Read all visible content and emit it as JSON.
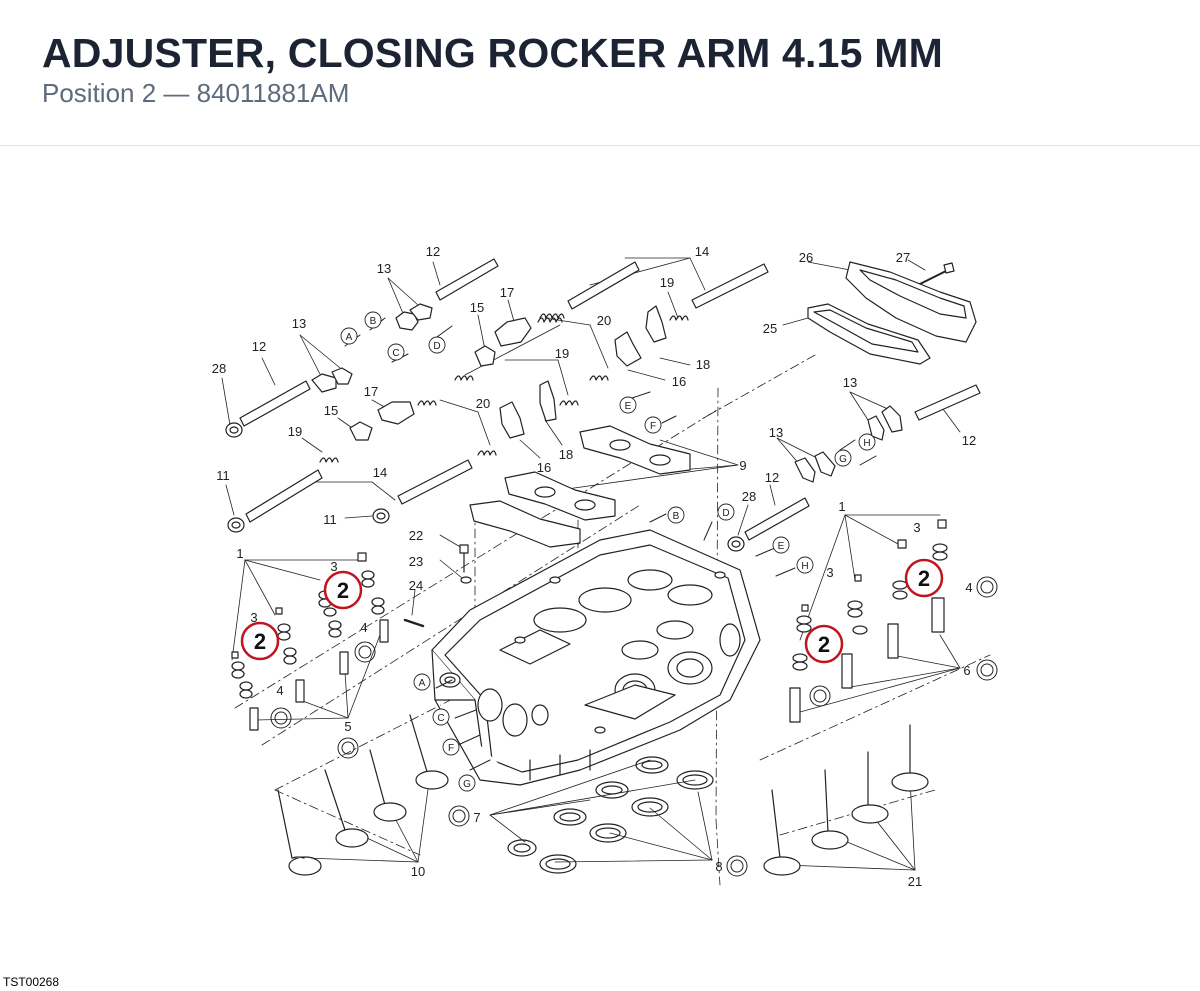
{
  "header": {
    "title": "ADJUSTER, CLOSING ROCKER ARM 4.15 MM",
    "subtitle": "Position 2 — 84011881AM"
  },
  "diagram": {
    "part_numbers": [
      "1",
      "3",
      "4",
      "5",
      "6",
      "7",
      "8",
      "9",
      "10",
      "11",
      "12",
      "13",
      "14",
      "15",
      "16",
      "17",
      "18",
      "19",
      "20",
      "21",
      "22",
      "23",
      "24",
      "25",
      "26",
      "27",
      "28"
    ],
    "section_letters": [
      "A",
      "B",
      "C",
      "D",
      "E",
      "F",
      "G",
      "H"
    ],
    "highlight_label": "2",
    "highlight_color": "#c0141e"
  },
  "footer": {
    "code": "TST00268"
  }
}
